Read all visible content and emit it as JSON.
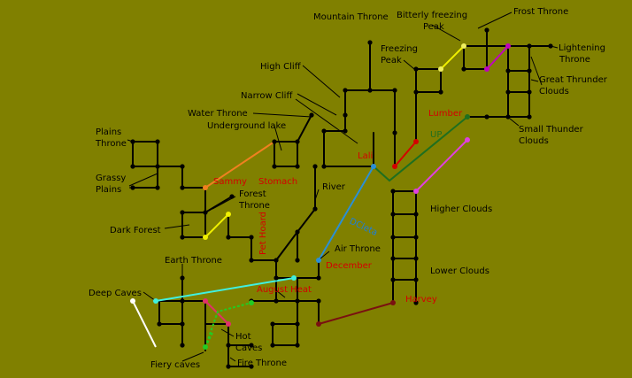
{
  "map": {
    "colors": {
      "background": "#808000",
      "roads": "#000000",
      "region_labels": "#000000",
      "player_labels": "#d40000",
      "dcleta_label": "#1f7fd6",
      "up_label": "#1f6f1f"
    },
    "labels": {
      "mountain_throne": "Mountain Throne",
      "bitterly_freezing_1": "Bitterly freezing",
      "bitterly_freezing_2": "Peak",
      "frost_throne": "Frost Throne",
      "freezing_peak_1": "Freezing",
      "freezing_peak_2": "Peak",
      "lightening_1": "Lightening",
      "lightening_2": "Throne",
      "high_cliff": "High Cliff",
      "great_thunder_1": "Great Thrunder",
      "great_thunder_2": "Clouds",
      "narrow_cliff": "Narrow Cliff",
      "water_throne": "Water Throne",
      "lumber": "Lumber",
      "small_thunder_1": "Small Thunder",
      "small_thunder_2": "Clouds",
      "underground_lake": "Underground lake",
      "plains_throne_1": "Plains",
      "plains_throne_2": "Throne",
      "up": "UP",
      "lali": "Lali",
      "grassy_plains_1": "Grassy",
      "grassy_plains_2": "Plains",
      "sammy": "Sammy",
      "stomach": "Stomach",
      "river": "River",
      "forest_throne_1": "Forest",
      "forest_throne_2": "Throne",
      "dcleta": "DCleta",
      "higher_clouds": "Higher Clouds",
      "dark_forest": "Dark Forest",
      "pet_hoard": "Pet Hoard",
      "air_throne": "Air Throne",
      "earth_throne": "Earth Throne",
      "december": "December",
      "lower_clouds": "Lower Clouds",
      "deep_caves": "Deep Caves",
      "august_heat": "August Heat",
      "harvey": "Harvey",
      "hot_caves_1": "Hot",
      "hot_caves_2": "Caves",
      "fiery_caves": "Fiery caves",
      "fire_throne": "Fire Throne"
    }
  }
}
